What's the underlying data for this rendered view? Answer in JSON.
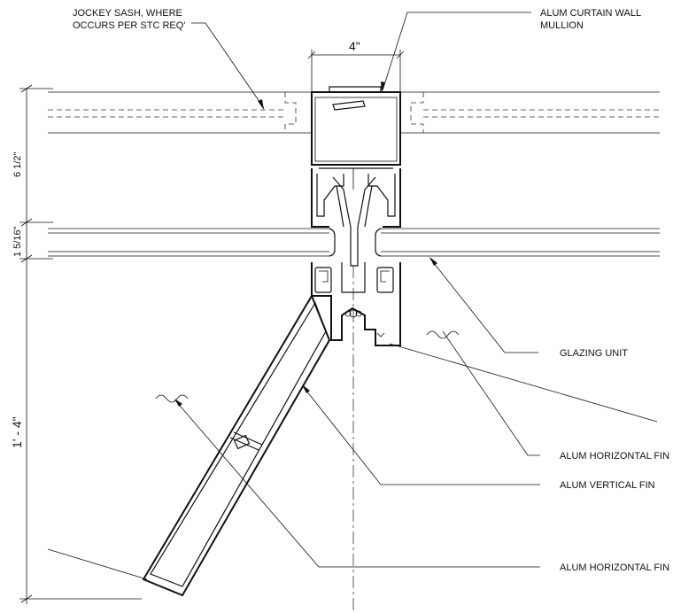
{
  "labels": {
    "jockey_sash_line1": "JOCKEY SASH, WHERE",
    "jockey_sash_line2": "OCCURS PER STC REQ'",
    "mullion_line1": "ALUM CURTAIN WALL",
    "mullion_line2": "MULLION",
    "glazing_unit": "GLAZING UNIT",
    "horizontal_fin_1": "ALUM HORIZONTAL FIN",
    "vertical_fin": "ALUM VERTICAL FIN",
    "horizontal_fin_2": "ALUM HORIZONTAL FIN"
  },
  "dimensions": {
    "mullion_width": "4\"",
    "mullion_depth": "6 1/2\"",
    "glass_thickness": "1 5/16\"",
    "fin_depth": "1' - 4\""
  }
}
